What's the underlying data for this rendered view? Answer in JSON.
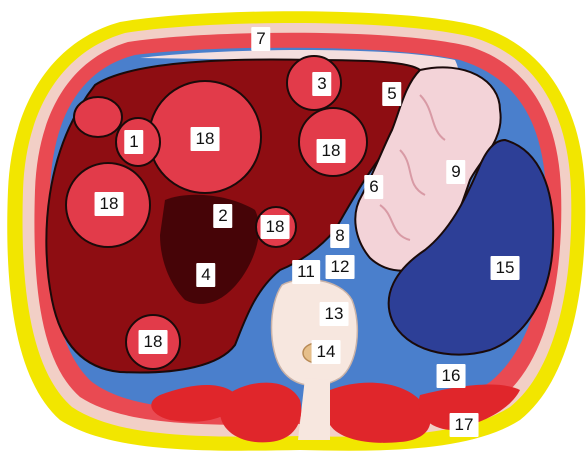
{
  "colors": {
    "outline": "#f2e600",
    "skin": "#f2cfc6",
    "liver": "#8e0d12",
    "liver_dark": "#3a0406",
    "lesion": "#e23b4a",
    "stomach": "#f3d3d8",
    "spleen": "#2d3f97",
    "fluid": "#3f76c6",
    "muscle": "#e0262b",
    "bone": "#f7e7df"
  },
  "labels": [
    "1",
    "2",
    "4",
    "5",
    "6",
    "7",
    "8",
    "9",
    "11",
    "12",
    "13",
    "14",
    "15",
    "16",
    "17",
    "18"
  ]
}
